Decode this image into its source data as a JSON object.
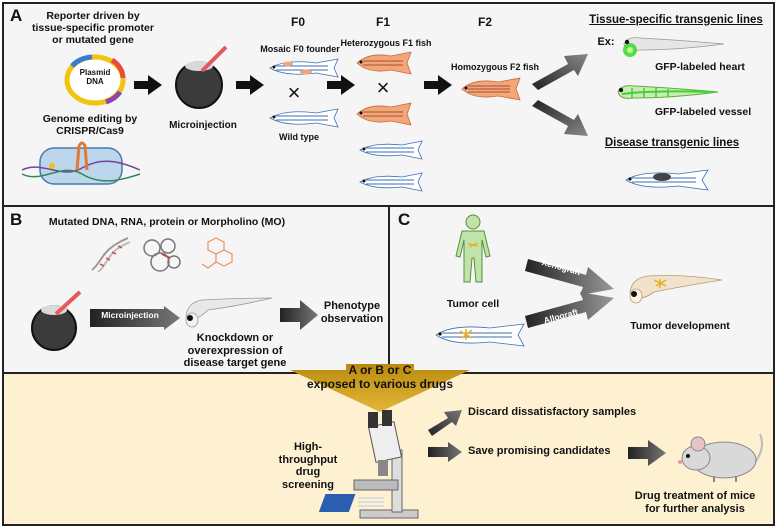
{
  "panel_a": {
    "label": "A",
    "reporter_text": "Reporter driven by\ntissue-specific promoter\nor mutated gene",
    "plasmid_text": "Plasmid\nDNA",
    "genome_editing_text": "Genome editing by\nCRISPR/Cas9",
    "microinjection_text": "Microinjection",
    "f0_label": "F0",
    "f1_label": "F1",
    "f2_label": "F2",
    "mosaic_text": "Mosaic F0 founder",
    "wild_type_text": "Wild type",
    "heterozygous_text": "Heterozygous F1 fish",
    "homozygous_text": "Homozygous F2 fish",
    "tissue_lines_title": "Tissue-specific transgenic lines",
    "ex_label": "Ex:",
    "gfp_heart_text": "GFP-labeled heart",
    "gfp_vessel_text": "GFP-labeled vessel",
    "disease_lines_title": "Disease transgenic lines",
    "cross_symbol": "×"
  },
  "panel_b": {
    "label": "B",
    "title": "Mutated DNA, RNA, protein or Morpholino (MO)",
    "microinjection_text": "Microinjection",
    "knockdown_text": "Knockdown or\noverexpression of\ndisease target gene",
    "phenotype_text": "Phenotype\nobservation"
  },
  "panel_c": {
    "label": "C",
    "tumor_cell_text": "Tumor cell",
    "xenograft_text": "Xenograft",
    "allograft_text": "Allograft",
    "tumor_dev_text": "Tumor development"
  },
  "panel_d": {
    "banner_text": "A or B or C\nexposed to various drugs",
    "hts_text": "High-\nthroughput\ndrug\nscreening",
    "discard_text": "Discard dissatisfactory samples",
    "save_text": "Save promising candidates",
    "mice_text": "Drug treatment of mice\nfor further analysis"
  },
  "colors": {
    "fish_orange": "#f4a57a",
    "fish_blue": "#3b6fb6",
    "gfp_green": "#39d62e",
    "bottom_bg": "#fdf1d2",
    "banner_gold": "#c99a16",
    "arrow_dark": "#222222"
  }
}
